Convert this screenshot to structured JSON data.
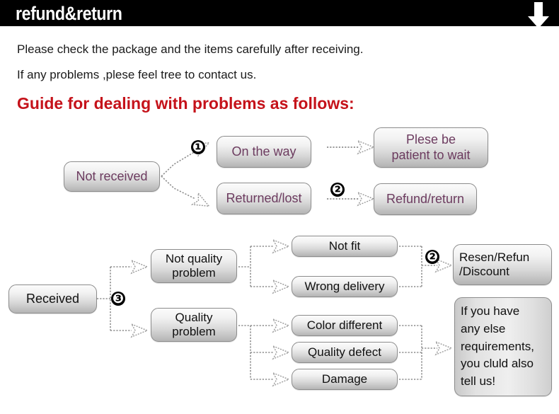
{
  "header": {
    "title": "refund&return",
    "arrow_icon": "down-arrow-icon"
  },
  "intro": {
    "line1": "Please check the package and the items carefully after receiving.",
    "line2": "If any problems ,plese feel tree to contact us.",
    "guide_heading": "Guide for dealing with problems as follows:"
  },
  "colors": {
    "header_bg": "#000000",
    "header_text": "#ffffff",
    "body_text": "#1a1a1a",
    "guide_red": "#c5121a",
    "box_text_purple": "#6c3b5f",
    "box_text_black": "#101010",
    "box_border": "#8c8c8c",
    "badge_bg": "#000000",
    "connector": "#8e8e8e"
  },
  "flow_top": {
    "badges": [
      {
        "name": "badge-1",
        "label": "❶"
      },
      {
        "name": "badge-2",
        "label": "❷"
      }
    ],
    "nodes": [
      {
        "id": "not-received",
        "label": "Not received"
      },
      {
        "id": "on-the-way",
        "label": "On the way"
      },
      {
        "id": "returned-lost",
        "label": "Returned/lost"
      },
      {
        "id": "plese-be-patient",
        "label": "Plese be\npatient to wait"
      },
      {
        "id": "refund-return",
        "label": "Refund/return"
      }
    ]
  },
  "flow_bottom": {
    "badges": [
      {
        "name": "badge-3",
        "label": "❸"
      },
      {
        "name": "badge-2b",
        "label": "❷"
      }
    ],
    "nodes": [
      {
        "id": "received",
        "label": "Received"
      },
      {
        "id": "not-quality",
        "label": "Not quality\nproblem"
      },
      {
        "id": "quality-problem",
        "label": "Quality\nproblem"
      },
      {
        "id": "not-fit",
        "label": "Not fit"
      },
      {
        "id": "wrong-delivery",
        "label": "Wrong delivery"
      },
      {
        "id": "color-different",
        "label": "Color different"
      },
      {
        "id": "quality-defect",
        "label": "Quality defect"
      },
      {
        "id": "damage",
        "label": "Damage"
      },
      {
        "id": "resend-refund",
        "label": "Resen/Refun\n/Discount"
      },
      {
        "id": "contact-note",
        "label": "If you have\nany else\nrequirements,\nyou cluld also\ntell us!"
      }
    ]
  }
}
